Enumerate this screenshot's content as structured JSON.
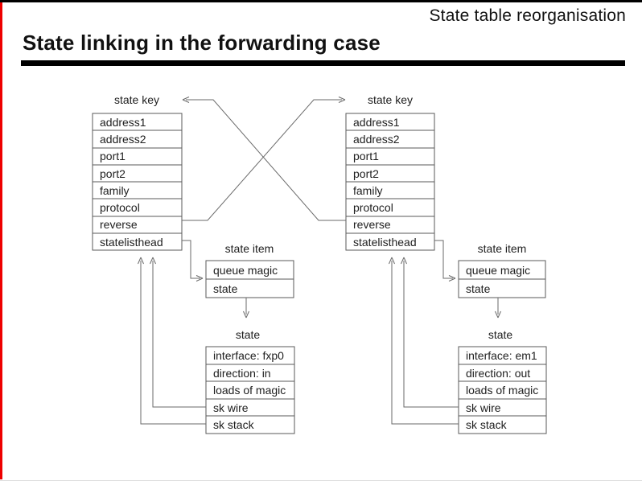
{
  "slide": {
    "header": "State table reorganisation",
    "title": "State linking in the forwarding case"
  },
  "diagram": {
    "key_label": "state key",
    "key_fields": [
      "address1",
      "address2",
      "port1",
      "port2",
      "family",
      "protocol",
      "reverse",
      "statelisthead"
    ],
    "item_label": "state item",
    "item_fields": [
      "queue magic",
      "state"
    ],
    "state_label": "state",
    "left_state_fields": [
      "interface: fxp0",
      "direction: in",
      "loads of magic",
      "sk wire",
      "sk stack"
    ],
    "right_state_fields": [
      "interface: em1",
      "direction: out",
      "loads of magic",
      "sk wire",
      "sk stack"
    ]
  },
  "colors": {
    "accent_left_border": "#ee0000",
    "top_border": "#000000",
    "title_rule": "#000000",
    "diagram_line": "#5a5a5a",
    "text": "#1e1e1e"
  }
}
